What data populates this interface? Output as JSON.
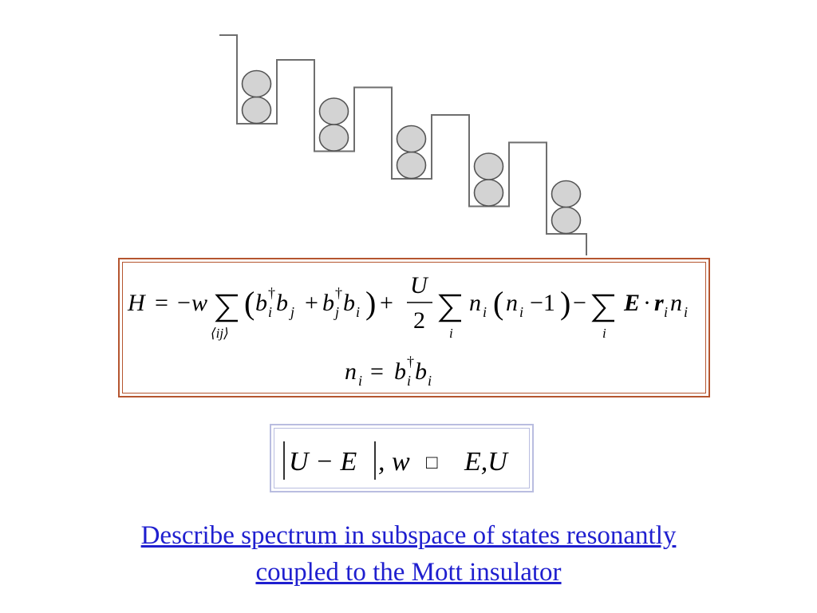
{
  "colors": {
    "lattice_line": "#6e6e6e",
    "atom_fill": "#d3d3d3",
    "atom_stroke": "#555555",
    "equation_border": "#b5552f",
    "condition_border": "#b9bde0",
    "link": "#1f1fcf"
  },
  "lattice": {
    "sites": 5,
    "atoms_per_site": 2
  },
  "hamiltonian": {
    "lhs": "H",
    "eq": "=",
    "minus": "−",
    "hop_coeff": "w",
    "sum_pairs_index": "⟨ij⟩",
    "b": "b",
    "dagger": "†",
    "i": "i",
    "j": "j",
    "plus": "+",
    "U": "U",
    "two": "2",
    "n": "n",
    "minus_one": "−1",
    "E": "E",
    "dot": "·",
    "r": "r"
  },
  "number_operator": {
    "n": "n",
    "i": "i",
    "eq": "=",
    "b": "b",
    "dagger": "†"
  },
  "condition": {
    "abs_inner": "U − E",
    "comma_w": ", w",
    "relation": "□",
    "rhs": "E,U"
  },
  "link": {
    "line1": "Describe spectrum in subspace of states resonantly",
    "line2": "coupled to the Mott insulator"
  }
}
